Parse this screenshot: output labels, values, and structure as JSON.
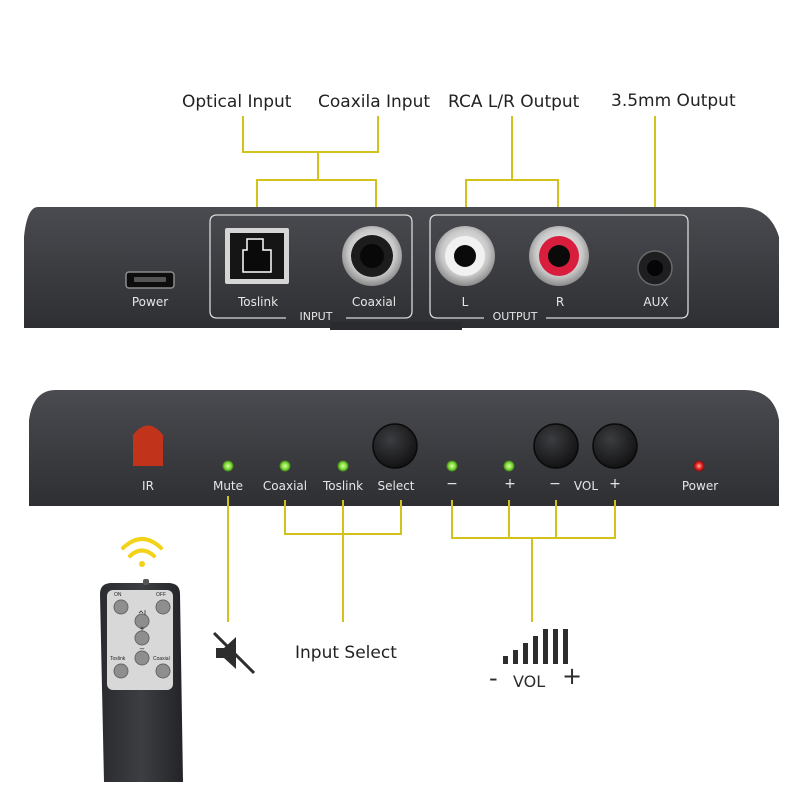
{
  "callouts": {
    "optical_input": "Optical Input",
    "coaxial_input": "Coaxila Input",
    "rca_output": "RCA L/R Output",
    "aux_output": "3.5mm Output",
    "input_select": "Input Select"
  },
  "rear_panel": {
    "power": "Power",
    "toslink": "Toslink",
    "coaxial": "Coaxial",
    "input_group": "INPUT",
    "left": "L",
    "right": "R",
    "aux": "AUX",
    "output_group": "OUTPUT"
  },
  "front_panel": {
    "ir": "IR",
    "mute": "Mute",
    "coaxial": "Coaxial",
    "toslink": "Toslink",
    "select": "Select",
    "minus": "−",
    "plus": "+",
    "vol_minus": "−",
    "vol_label": "VOL",
    "vol_plus": "+",
    "power": "Power"
  },
  "remote": {
    "on": "ON",
    "off": "OFF",
    "toslink": "Toslink",
    "coaxial": "Coaxial"
  },
  "vol_icon": {
    "minus": "-",
    "label": "VOL",
    "plus": "+"
  },
  "colors": {
    "callout_line": "#d4c21c",
    "device_body": "#3a3b3f",
    "led_green": "#7ddc3a",
    "led_red": "#e02020",
    "ir_window": "#c2331c",
    "rca_red": "#d81e3c",
    "wifi_yellow": "#f3d21a"
  }
}
